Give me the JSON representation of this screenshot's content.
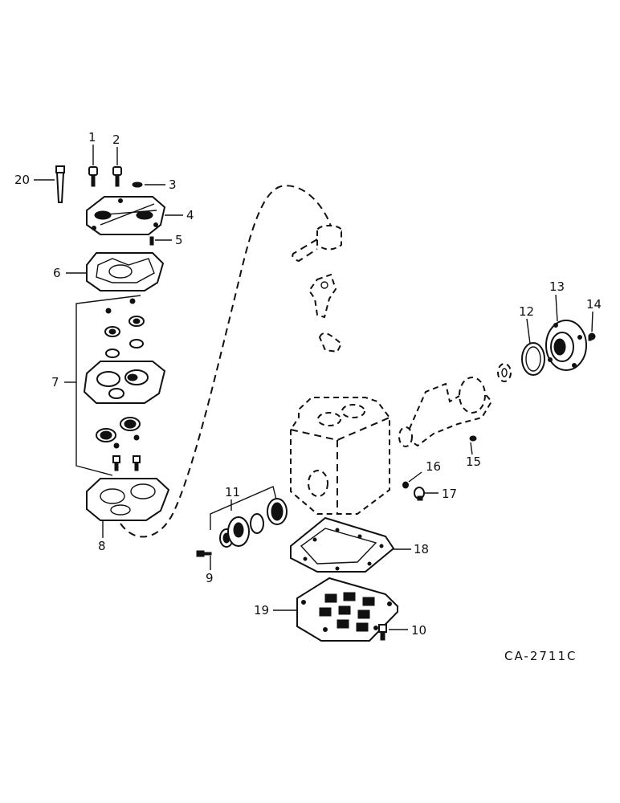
{
  "callouts": [
    {
      "id": "1",
      "label": "1"
    },
    {
      "id": "2",
      "label": "2"
    },
    {
      "id": "3",
      "label": "3"
    },
    {
      "id": "4",
      "label": "4"
    },
    {
      "id": "5",
      "label": "5"
    },
    {
      "id": "6",
      "label": "6"
    },
    {
      "id": "7",
      "label": "7"
    },
    {
      "id": "8",
      "label": "8"
    },
    {
      "id": "9",
      "label": "9"
    },
    {
      "id": "10",
      "label": "10"
    },
    {
      "id": "11",
      "label": "11"
    },
    {
      "id": "12",
      "label": "12"
    },
    {
      "id": "13",
      "label": "13"
    },
    {
      "id": "14",
      "label": "14"
    },
    {
      "id": "15",
      "label": "15"
    },
    {
      "id": "16",
      "label": "16"
    },
    {
      "id": "17",
      "label": "17"
    },
    {
      "id": "18",
      "label": "18"
    },
    {
      "id": "19",
      "label": "19"
    },
    {
      "id": "20",
      "label": "20"
    }
  ],
  "drawing_number": "CA-2711C"
}
